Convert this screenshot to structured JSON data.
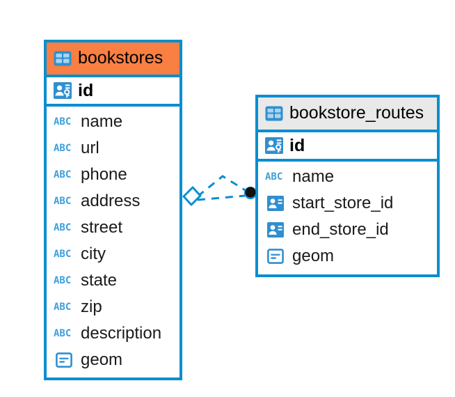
{
  "diagram": {
    "type": "entity-relationship-diagram",
    "background": "#ffffff",
    "accent_color": "#0a8ecf",
    "highlight_color": "#f97f42",
    "icon_color": "#3f9fdc"
  },
  "entities": [
    {
      "name": "bookstores",
      "header_style": "accent-orange",
      "primary_key": {
        "label": "id",
        "icon": "primary-key-icon"
      },
      "fields": [
        {
          "label": "name",
          "icon": "abc-icon",
          "type": "text"
        },
        {
          "label": "url",
          "icon": "abc-icon",
          "type": "text"
        },
        {
          "label": "phone",
          "icon": "abc-icon",
          "type": "text"
        },
        {
          "label": "address",
          "icon": "abc-icon",
          "type": "text"
        },
        {
          "label": "street",
          "icon": "abc-icon",
          "type": "text"
        },
        {
          "label": "city",
          "icon": "abc-icon",
          "type": "text"
        },
        {
          "label": "state",
          "icon": "abc-icon",
          "type": "text"
        },
        {
          "label": "zip",
          "icon": "abc-icon",
          "type": "text"
        },
        {
          "label": "description",
          "icon": "abc-icon",
          "type": "text"
        },
        {
          "label": "geom",
          "icon": "geometry-icon",
          "type": "geometry"
        }
      ]
    },
    {
      "name": "bookstore_routes",
      "header_style": "accent-grey",
      "primary_key": {
        "label": "id",
        "icon": "primary-key-icon"
      },
      "fields": [
        {
          "label": "name",
          "icon": "abc-icon",
          "type": "text"
        },
        {
          "label": "start_store_id",
          "icon": "foreign-key-icon",
          "type": "reference"
        },
        {
          "label": "end_store_id",
          "icon": "foreign-key-icon",
          "type": "reference"
        },
        {
          "label": "geom",
          "icon": "geometry-icon",
          "type": "geometry"
        }
      ]
    }
  ],
  "relationship": {
    "from_entity": "bookstores",
    "to_entity": "bookstore_routes",
    "from_marker": "diamond-marker",
    "to_marker": "filled-circle-marker",
    "line_style": "dashed",
    "line_color": "#0a8ecf"
  },
  "icon_labels": {
    "abc": "ABC"
  }
}
